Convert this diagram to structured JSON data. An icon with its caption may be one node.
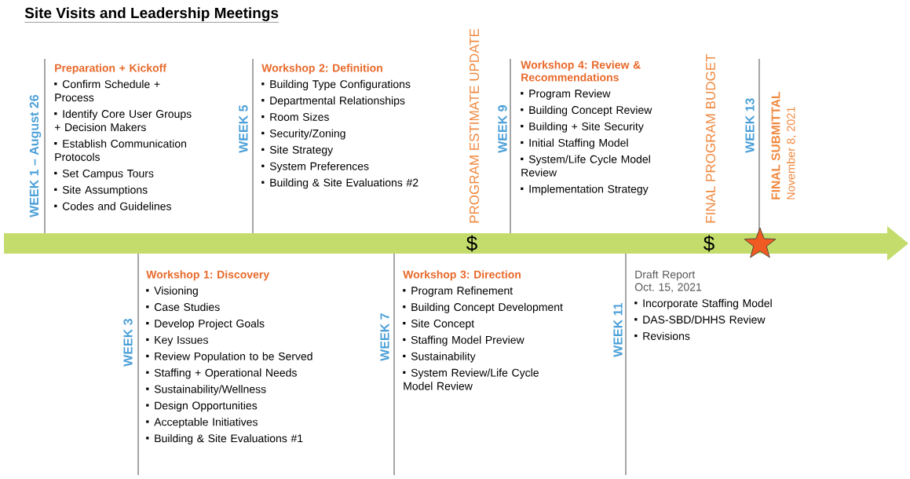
{
  "diagram": {
    "title": "Site Visits and Leadership Meetings",
    "labels": [
      "WEEK 1 – August 26",
      "Preparation + Kickoff",
      "Confirm Schedule + Process",
      "Identify Core User Groups + Decision Makers",
      "Establish Communication Protocols",
      "Set Campus Tours",
      "Site Assumptions",
      "Codes and Guidelines",
      "WEEK 3",
      "Workshop 1: Discovery",
      "Visioning",
      "Case Studies",
      "Develop Project Goals",
      "Key Issues",
      "Review Population to be Served",
      "Staffing + Operational Needs",
      "Sustainability/Wellness",
      "Design Opportunities",
      "Acceptable Initiatives",
      "Building & Site Evaluations #1",
      "WEEK 5",
      "Workshop 2: Definition",
      "Building Type Configurations",
      "Departmental Relationships",
      "Room Sizes",
      "Security/Zoning",
      "Site Strategy",
      "System Preferences",
      "Building & Site Evaluations #2",
      "WEEK 7",
      "Workshop 3: Direction",
      "Program Refinement",
      "Building Concept Development",
      "Site Concept",
      "Staffing Model Preview",
      "Sustainability",
      "System Review/Life Cycle Model Review",
      "PROGRAM ESTIMATE UPDATE",
      "$",
      "WEEK 9",
      "Workshop 4: Review & Recommendations",
      "Program Review",
      "Building Concept Review",
      "Building + Site Security",
      "Initial Staffing Model",
      "System/Life Cycle Model Review",
      "Implementation Strategy",
      "WEEK 11",
      "Draft Report Oct. 15, 2021",
      "Incorporate Staffing Model",
      "DAS-SBD/DHHS Review",
      "Revisions",
      "FINAL PROGRAM BUDGET",
      "$",
      "WEEK 13",
      "FINAL SUBMITTAL",
      "November 8, 2021"
    ]
  }
}
